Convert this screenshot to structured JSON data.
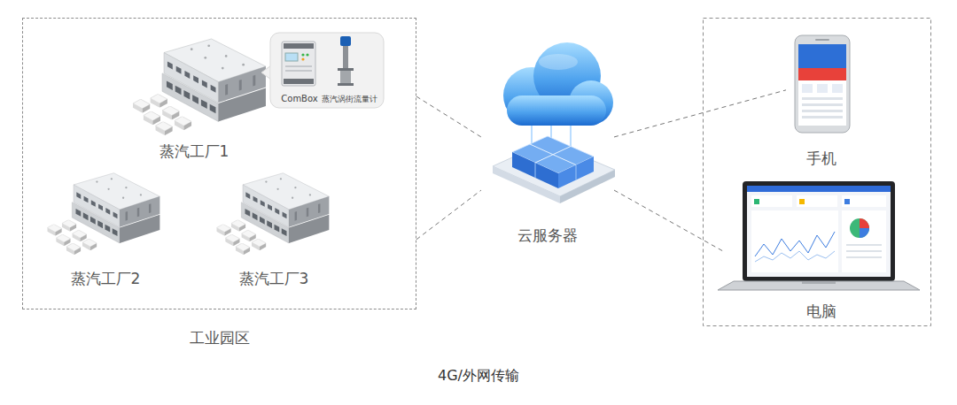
{
  "diagram": {
    "caption": "4G/外网传输",
    "nodes": [
      {
        "text": [
          "工业园区"
        ]
      },
      {
        "text": [
          "蒸汽工厂1"
        ],
        "in": 0
      },
      {
        "text": [
          "ComBox",
          "蒸汽涡街流量计"
        ],
        "in": 0
      },
      {
        "text": [
          "蒸汽工厂2"
        ],
        "in": 0
      },
      {
        "text": [
          "蒸汽工厂3"
        ],
        "in": 0
      },
      {
        "text": [
          "云服务器"
        ]
      },
      {
        "text": [
          "手机"
        ]
      },
      {
        "text": [
          "电脑"
        ]
      }
    ],
    "edges": [
      {
        "from": 0,
        "to": 5,
        "arrow": "none"
      },
      {
        "from": 0,
        "to": 5,
        "arrow": "none"
      },
      {
        "from": 5,
        "to": 6,
        "arrow": "none"
      },
      {
        "from": 5,
        "to": 7,
        "arrow": "none"
      }
    ]
  }
}
